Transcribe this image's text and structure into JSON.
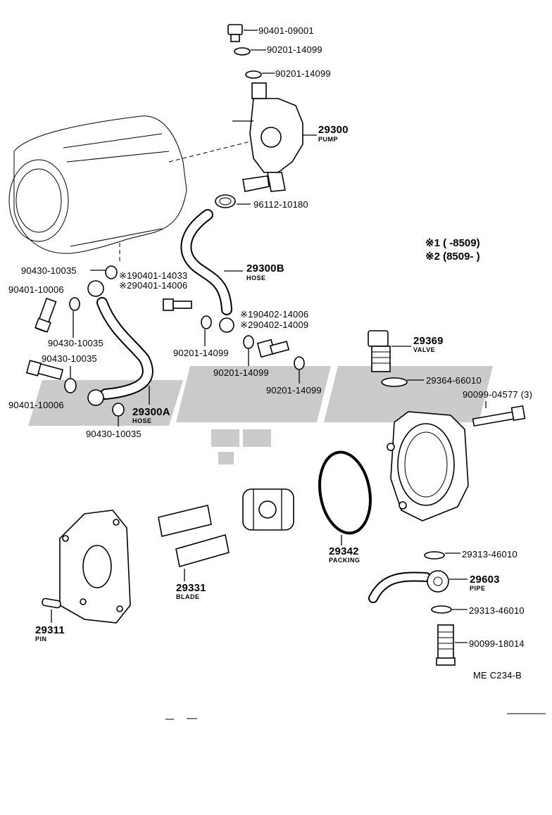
{
  "notes": {
    "note1_mark": "※1",
    "note1_text": "(        -8509)",
    "note2_mark": "※2",
    "note2_text": "(8509-         )"
  },
  "labels": {
    "bolt_top": "90401-09001",
    "washer_top1": "90201-14099",
    "washer_top2": "90201-14099",
    "pump_no": "29300",
    "pump_name": "PUMP",
    "clamp": "96112-10180",
    "hoseB_no": "29300B",
    "hoseB_name": "HOSE",
    "washer_a1": "90430-10035",
    "bolt_alt1": "※190401-14033",
    "bolt_alt2": "※290401-14006",
    "bolt_a1": "90401-10006",
    "washer_a2": "90430-10035",
    "washer_a3": "90430-10035",
    "bolt_a2": "90401-10006",
    "hoseA_no": "29300A",
    "hoseA_name": "HOSE",
    "washer_a4": "90430-10035",
    "washer_b1": "90201-14099",
    "bolt_alt3": "※190402-14006",
    "bolt_alt4": "※290402-14009",
    "washer_b2": "90201-14099",
    "washer_b3": "90201-14099",
    "valve_no": "29369",
    "valve_name": "VALVE",
    "gasket_valve": "29364-66010",
    "bolt_housing": "90099-04577 (3)",
    "packing_no": "29342",
    "packing_name": "PACKING",
    "blade_no": "29331",
    "blade_name": "BLADE",
    "pin_no": "29311",
    "pin_name": "PIN",
    "gasket_pipe1": "29313-46010",
    "pipe_no": "29603",
    "pipe_name": "PIPE",
    "gasket_pipe2": "29313-46010",
    "union_bolt": "90099-18014",
    "diagram_code": "ME  C234-B"
  }
}
